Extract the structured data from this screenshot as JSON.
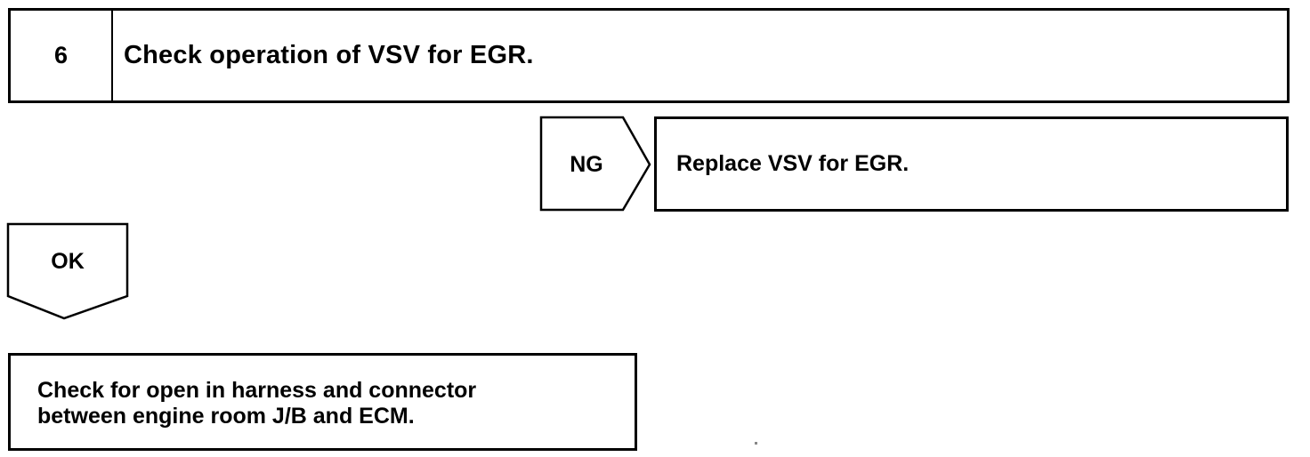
{
  "step": {
    "number": "6",
    "title": "Check operation of VSV for EGR."
  },
  "ng_branch": {
    "label": "NG",
    "action": "Replace VSV for EGR."
  },
  "ok_branch": {
    "label": "OK"
  },
  "next_step": {
    "line1": "Check for open in harness and connector",
    "line2": "between engine room J/B and ECM."
  }
}
